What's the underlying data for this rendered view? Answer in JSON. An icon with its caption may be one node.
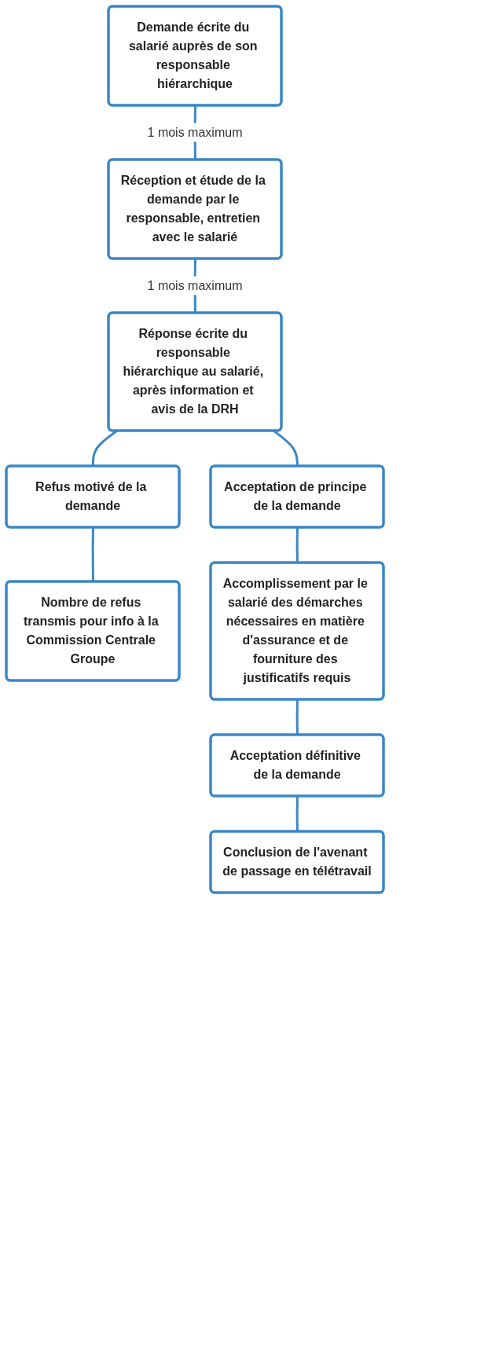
{
  "diagram": {
    "nodes": [
      {
        "text": [
          "Demande écrite du salarié auprès de son responsable hiérarchique"
        ]
      },
      {
        "text": [
          "Réception et étude de la demande par le responsable, entretien avec le salarié"
        ]
      },
      {
        "text": [
          "Réponse écrite du responsable hiérarchique au salarié, après information et avis de la DRH"
        ]
      },
      {
        "text": [
          "Refus motivé de la demande"
        ]
      },
      {
        "text": [
          "Acceptation de principe de la demande"
        ]
      },
      {
        "text": [
          "Nombre de refus transmis pour info à la Commission Centrale Groupe"
        ]
      },
      {
        "text": [
          "Accomplissement par le salarié des démarches nécessaires en matière d'assurance et de fourniture des justificatifs requis"
        ]
      },
      {
        "text": [
          "Acceptation définitive de la demande"
        ]
      },
      {
        "text": [
          "Conclusion de l'avenant de passage en télétravail"
        ]
      }
    ],
    "edges": [
      {
        "from": 0,
        "to": 1,
        "arrow": "none",
        "label": "1 mois maximum"
      },
      {
        "from": 1,
        "to": 2,
        "arrow": "none",
        "label": "1 mois maximum"
      },
      {
        "from": 2,
        "to": 3,
        "arrow": "none"
      },
      {
        "from": 2,
        "to": 4,
        "arrow": "none"
      },
      {
        "from": 3,
        "to": 5,
        "arrow": "none"
      },
      {
        "from": 4,
        "to": 6,
        "arrow": "none"
      },
      {
        "from": 6,
        "to": 7,
        "arrow": "none"
      },
      {
        "from": 7,
        "to": 8,
        "arrow": "none"
      }
    ]
  }
}
